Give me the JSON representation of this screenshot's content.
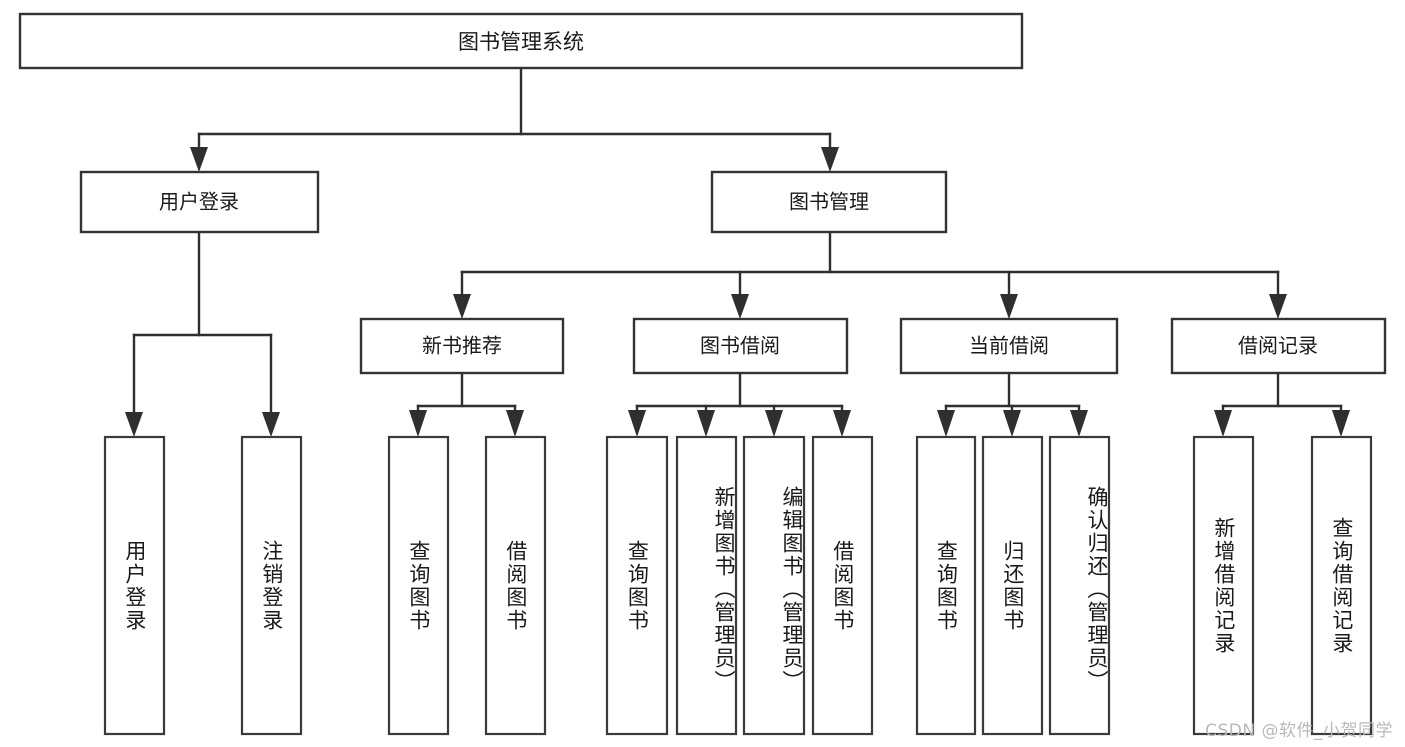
{
  "diagram": {
    "type": "tree-hierarchy",
    "orientation": "top-down",
    "root": {
      "id": "root",
      "label": "图书管理系统"
    },
    "level2": [
      {
        "id": "user-login",
        "label": "用户登录"
      },
      {
        "id": "book-manage",
        "label": "图书管理"
      }
    ],
    "level3": [
      {
        "id": "new-book-recommend",
        "label": "新书推荐",
        "parent": "book-manage"
      },
      {
        "id": "book-borrow",
        "label": "图书借阅",
        "parent": "book-manage"
      },
      {
        "id": "current-borrow",
        "label": "当前借阅",
        "parent": "book-manage"
      },
      {
        "id": "borrow-record",
        "label": "借阅记录",
        "parent": "book-manage"
      }
    ],
    "leaves": [
      {
        "id": "leaf-user-login",
        "label": "用户登录",
        "parent": "user-login"
      },
      {
        "id": "leaf-user-logout",
        "label": "注销登录",
        "parent": "user-login"
      },
      {
        "id": "leaf-query-book-1",
        "label": "查询图书",
        "parent": "new-book-recommend"
      },
      {
        "id": "leaf-borrow-book-1",
        "label": "借阅图书",
        "parent": "new-book-recommend"
      },
      {
        "id": "leaf-query-book-2",
        "label": "查询图书",
        "parent": "book-borrow"
      },
      {
        "id": "leaf-add-book",
        "label": "新增图书（管理员）",
        "parent": "book-borrow"
      },
      {
        "id": "leaf-edit-book",
        "label": "编辑图书（管理员）",
        "parent": "book-borrow"
      },
      {
        "id": "leaf-borrow-book-2",
        "label": "借阅图书",
        "parent": "book-borrow"
      },
      {
        "id": "leaf-query-book-3",
        "label": "查询图书",
        "parent": "current-borrow"
      },
      {
        "id": "leaf-return-book",
        "label": "归还图书",
        "parent": "current-borrow"
      },
      {
        "id": "leaf-confirm-return",
        "label": "确认归还（管理员）",
        "parent": "current-borrow"
      },
      {
        "id": "leaf-add-record",
        "label": "新增借阅记录",
        "parent": "borrow-record"
      },
      {
        "id": "leaf-query-record",
        "label": "查询借阅记录",
        "parent": "borrow-record"
      }
    ],
    "colors": {
      "background": "#ffffff",
      "box_fill": "#ffffff",
      "box_stroke": "#333333",
      "edge": "#2f2f2f",
      "text": "#1a1a1a",
      "watermark": "#b9b9b9"
    }
  },
  "watermark": {
    "text": "CSDN @软件_小贺同学"
  }
}
